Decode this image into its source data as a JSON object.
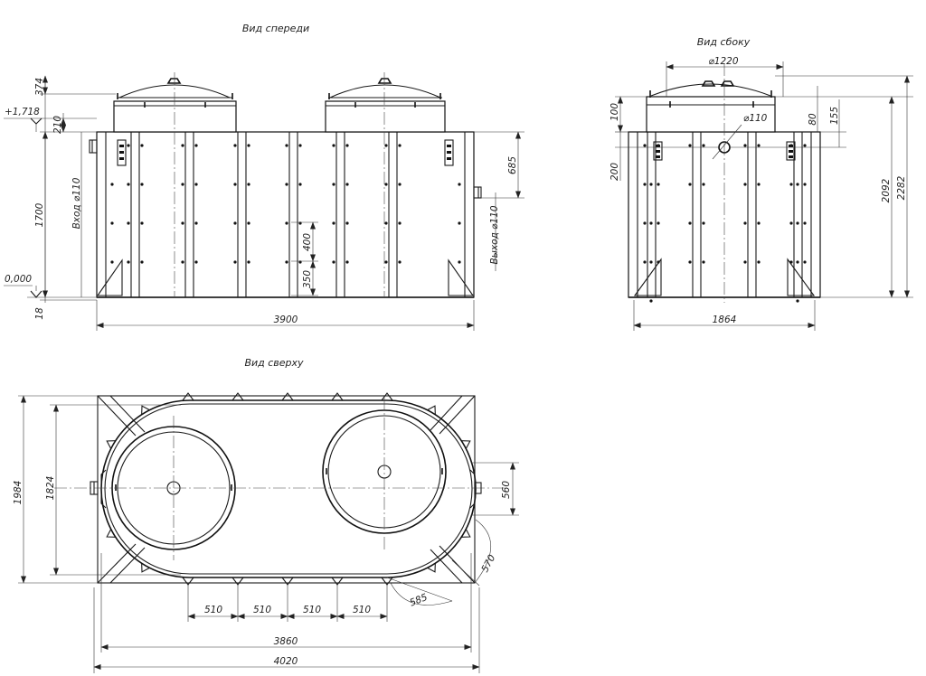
{
  "views": {
    "front_title": "Вид спереди",
    "side_title": "Вид сбоку",
    "top_title": "Вид сверху"
  },
  "front": {
    "level_top": "+1,718",
    "level_zero": "0,000",
    "d374": "374",
    "d210": "210",
    "d1700": "1700",
    "d18": "18",
    "inlet": "Вход ⌀110",
    "d685": "685",
    "outlet": "Выход ⌀110",
    "d400": "400",
    "d350": "350",
    "d3900": "3900"
  },
  "side": {
    "d1220": "⌀1220",
    "d110": "⌀110",
    "d100": "100",
    "d200": "200",
    "d80": "80",
    "d155": "155",
    "d2092": "2092",
    "d2282": "2282",
    "d1864": "1864"
  },
  "top": {
    "d1984": "1984",
    "d1824": "1824",
    "d560": "560",
    "d570": "570",
    "d585": "585",
    "d510a": "510",
    "d510b": "510",
    "d510c": "510",
    "d510d": "510",
    "d3860": "3860",
    "d4020": "4020"
  }
}
